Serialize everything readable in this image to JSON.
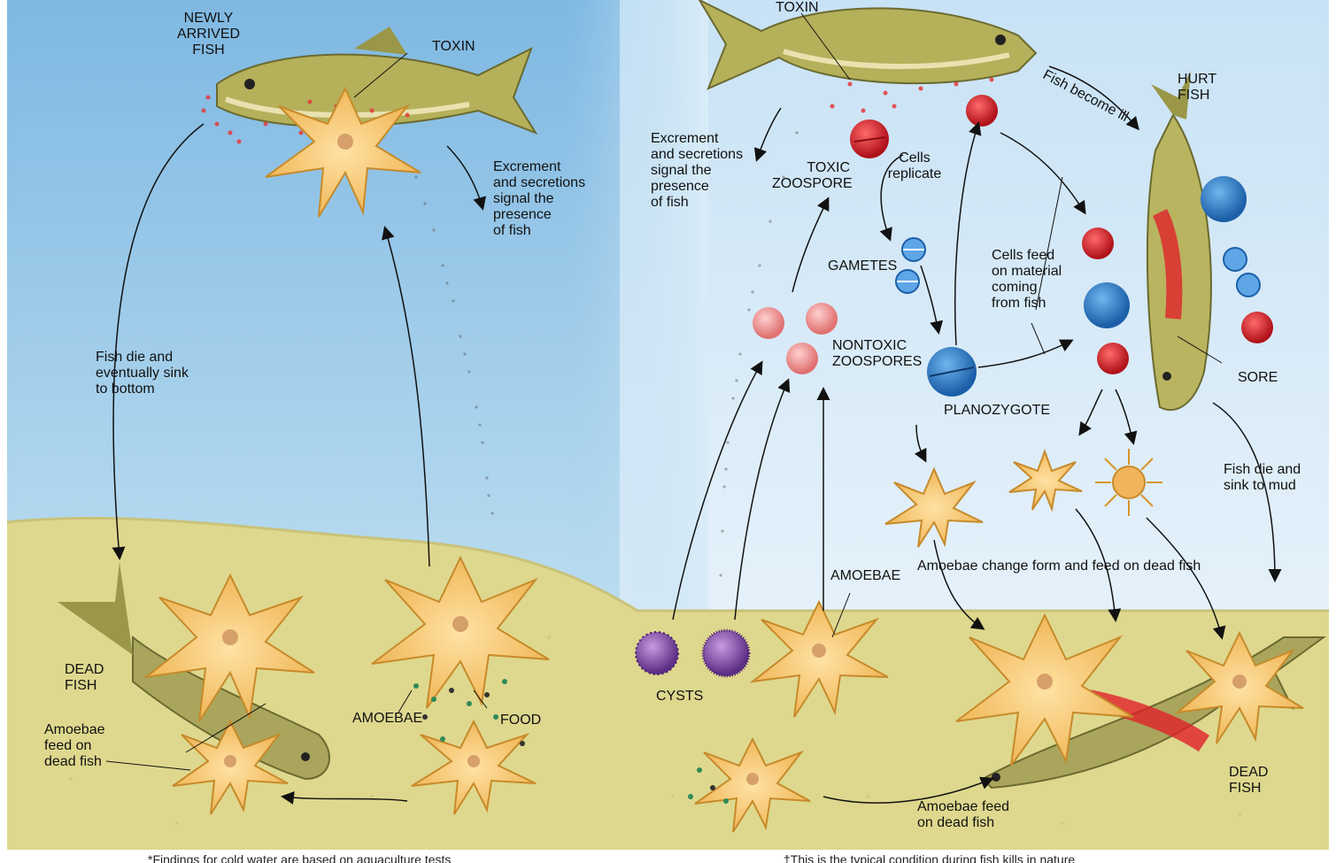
{
  "colors": {
    "water_top_left": "#8cc0e6",
    "water_bottom_left": "#c4e2f2",
    "water_top_right": "#cfe6f6",
    "water_bottom_right": "#ecf5fb",
    "sediment": "#ddd58a",
    "amoeba": "#f6c86a",
    "amoeba_outline": "#c78a2a",
    "fish_body": "#b6b25a",
    "zoospore_toxic": "#d8232a",
    "zoospore_nontoxic": "#f0a0a0",
    "gamete": "#3a8fd8",
    "cyst": "#8a5aa8",
    "lesion": "#e0222a"
  },
  "labels": {
    "newly_arrived_fish": "NEWLY\nARRIVED\nFISH",
    "toxin_left": "TOXIN",
    "excrement_left": "Excrement\nand secretions\nsignal the\npresence\nof fish",
    "fish_die_sink": "Fish die and\neventually sink\nto bottom",
    "dead_fish_left": "DEAD\nFISH",
    "amoebae_feed_left": "Amoebae\nfeed on\ndead fish",
    "amoebae_left": "AMOEBAE",
    "food": "FOOD",
    "toxin_right": "TOXIN",
    "excrement_right": "Excrement\nand secretions\nsignal the\npresence\nof fish",
    "toxic_zoospore": "TOXIC\nZOOSPORE",
    "cells_replicate": "Cells\nreplicate",
    "fish_become_ill": "Fish become ill",
    "hurt_fish": "HURT\nFISH",
    "gametes": "GAMETES",
    "cells_feed": "Cells feed\non material\ncoming\nfrom fish",
    "nontoxic_zoospores": "NONTOXIC\nZOOSPORES",
    "planozygote": "PLANOZYGOTE",
    "sore": "SORE",
    "fish_die_mud": "Fish die and\nsink to mud",
    "amoebae_right": "AMOEBAE",
    "amoebae_change": "Amoebae change form and feed on dead fish",
    "cysts": "CYSTS",
    "dead_fish_right": "DEAD\nFISH",
    "amoebae_feed_right": "Amoebae feed\non dead fish"
  },
  "footnotes": {
    "left": "*Findings for cold water are based on aquaculture tests",
    "right": "†This is the typical condition during fish kills in nature"
  }
}
